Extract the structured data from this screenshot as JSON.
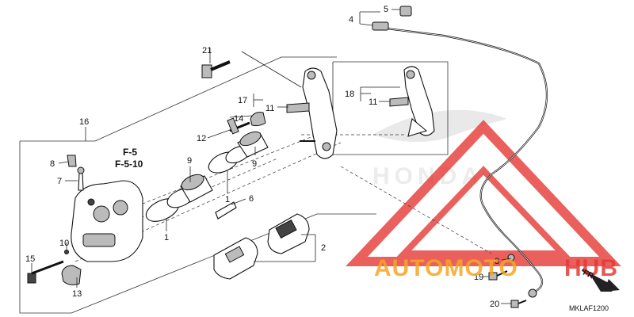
{
  "callouts": [
    "1",
    "1",
    "2",
    "3",
    "4",
    "5",
    "6",
    "7",
    "8",
    "9",
    "9",
    "10",
    "11",
    "11",
    "12",
    "13",
    "14",
    "15",
    "16",
    "17",
    "18",
    "19",
    "20",
    "21"
  ],
  "refs": {
    "ref1": "F-5",
    "ref2": "F-5-10"
  },
  "diagram_code": "MKLAF1200",
  "direction_label": "FR.",
  "watermark": {
    "text_orange": "AUTOMOTO",
    "text_red": "HUB",
    "brand_bg": "HONDA",
    "color_orange": "#f5a623",
    "color_red": "#e53935"
  }
}
